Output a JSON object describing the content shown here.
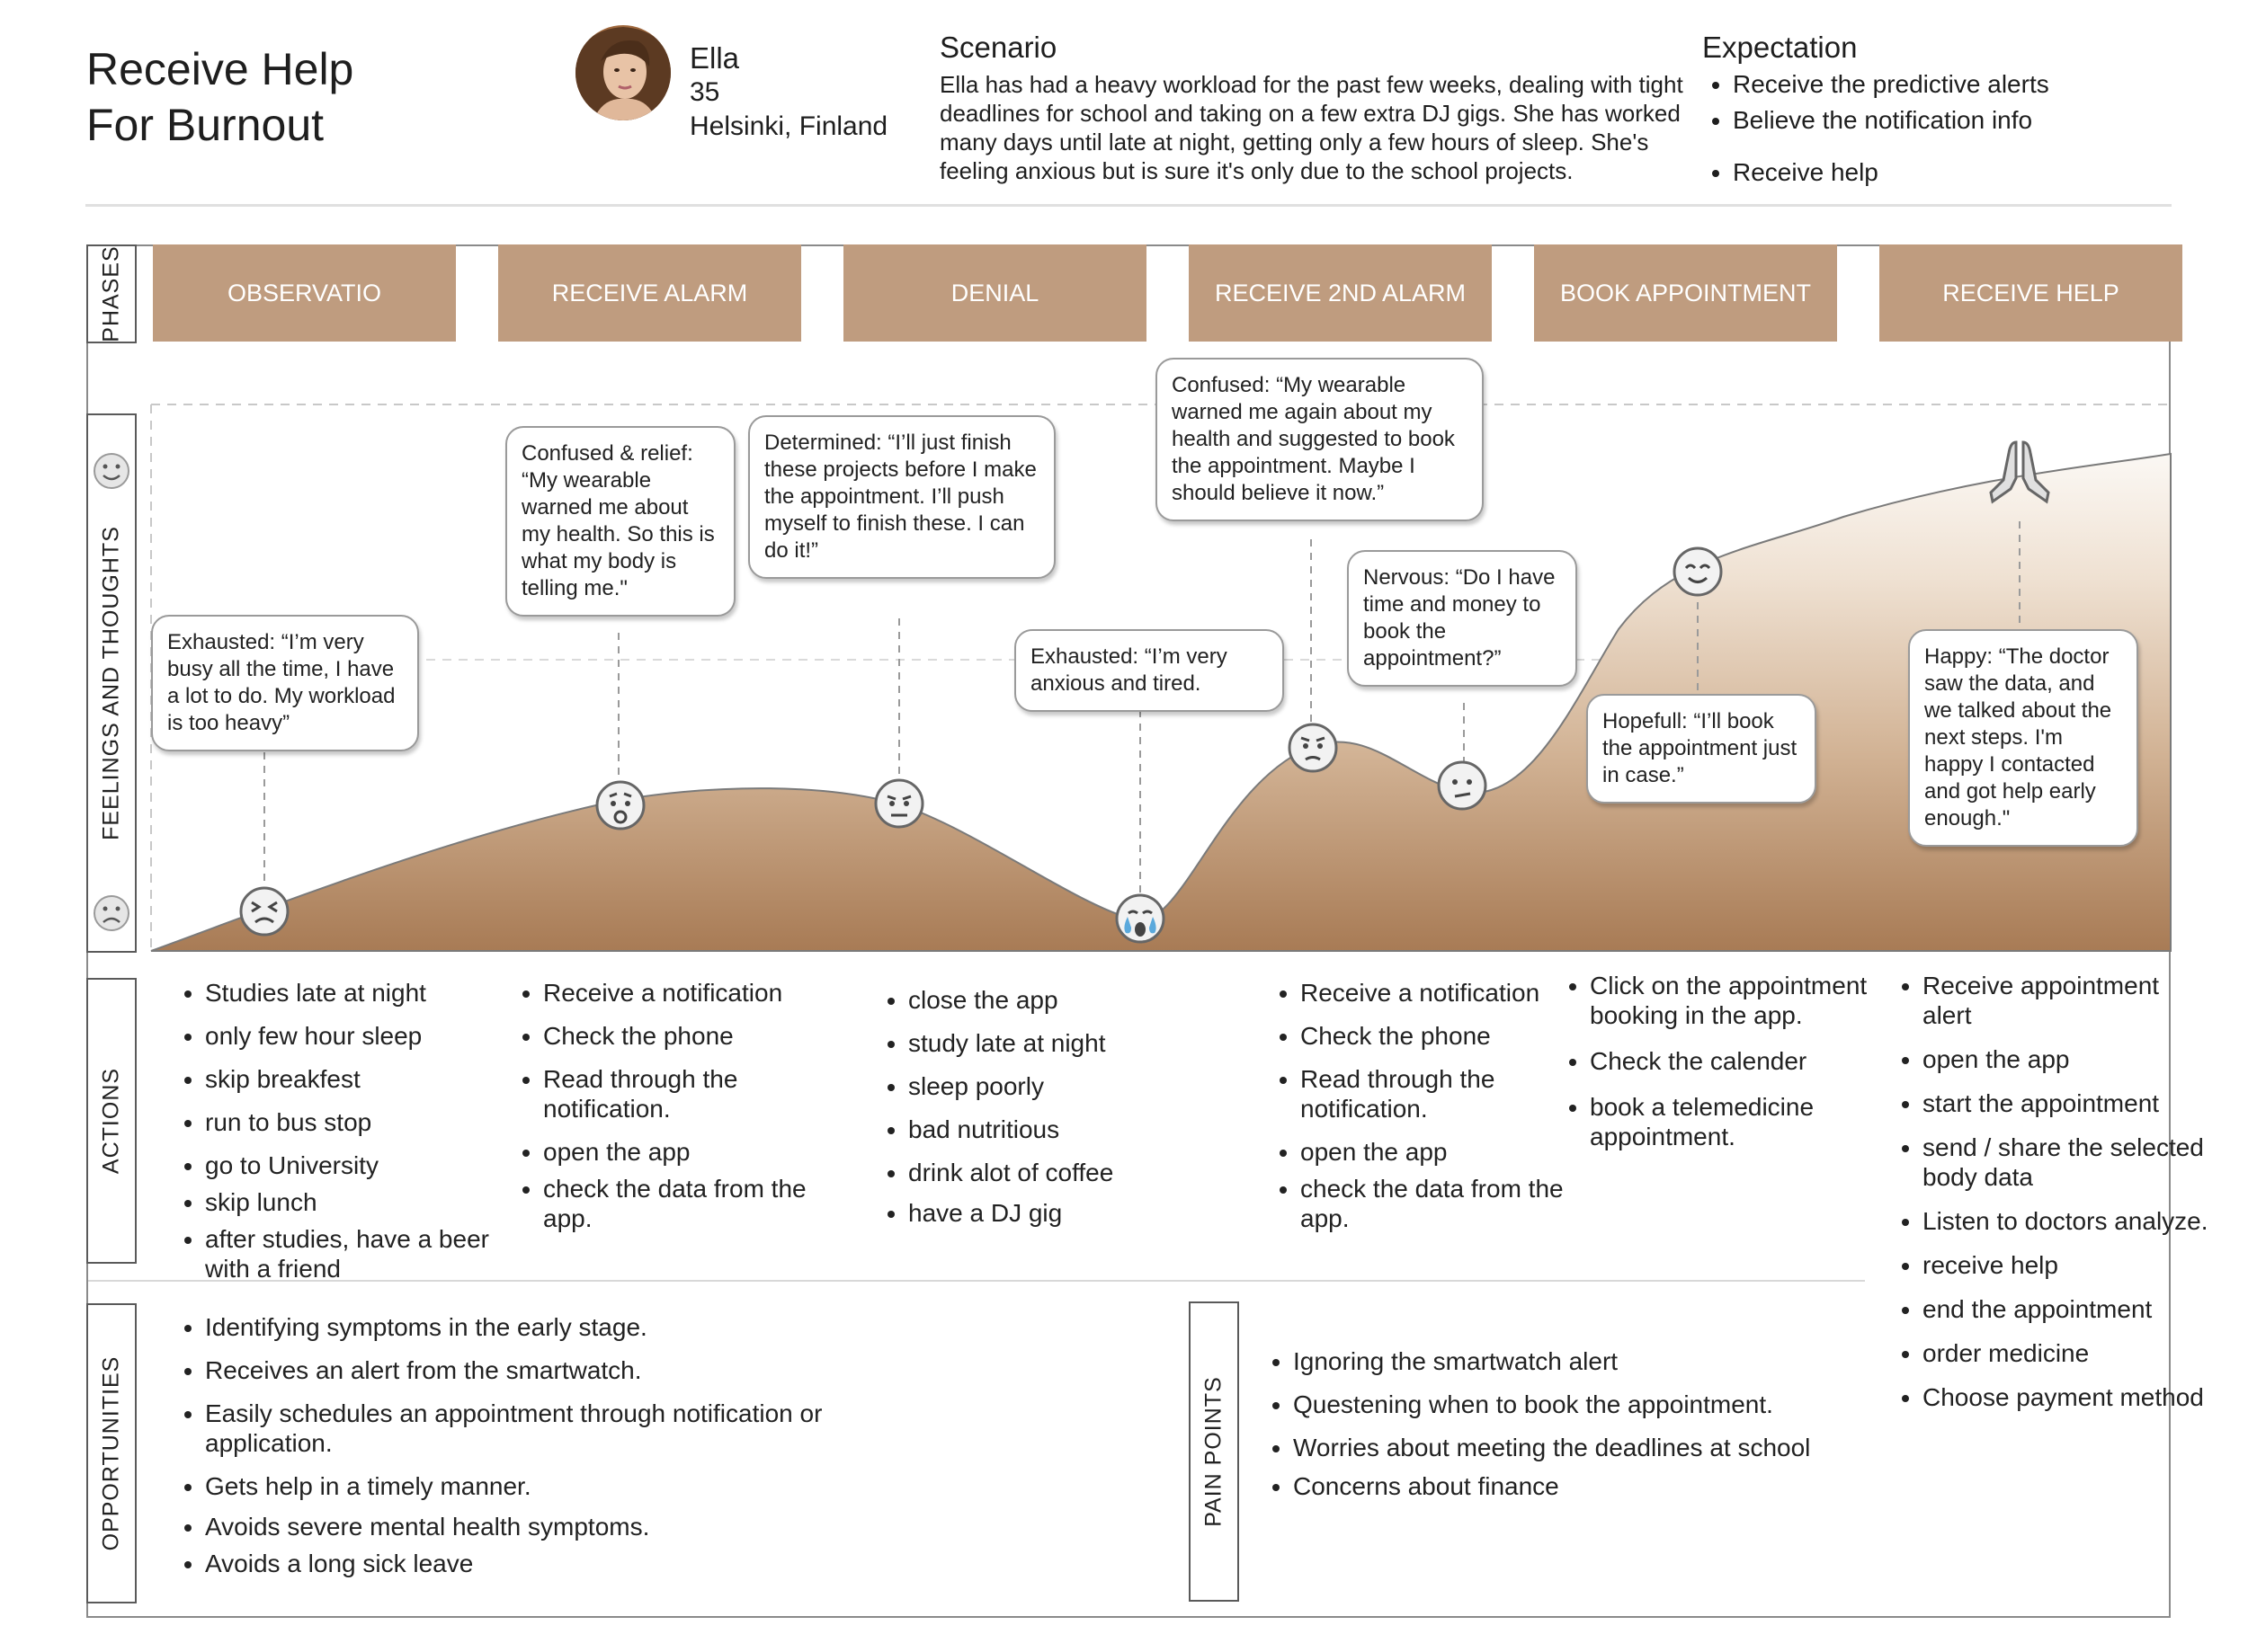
{
  "header": {
    "title_line1": "Receive Help",
    "title_line2": "For Burnout",
    "persona": {
      "name": "Ella",
      "age": "35",
      "location": "Helsinki, Finland"
    },
    "scenario": {
      "heading": "Scenario",
      "text": "Ella has had a heavy workload for the past few weeks, dealing with tight deadlines for school and taking on a few extra DJ gigs. She has worked many days until late at night, getting only a few hours of sleep. She's feeling anxious but is sure it's only due to the school projects."
    },
    "expectation": {
      "heading": "Expectation",
      "items": [
        "Receive the predictive alerts",
        "Believe the notification info",
        "Receive help"
      ]
    }
  },
  "section_labels": {
    "phases": "PHASES",
    "feelings": "FEELINGS AND THOUGHTS",
    "actions": "ACTIONS",
    "opportunities": "OPPORTUNITIES",
    "pain_points": "PAIN POINTS"
  },
  "phases": [
    "OBSERVATIO",
    "RECEIVE ALARM",
    "DENIAL",
    "RECEIVE 2ND ALARM",
    "BOOK APPOINTMENT",
    "RECEIVE HELP"
  ],
  "feelings": [
    "Exhausted: “I’m very busy all the time, I have a lot to do. My workload is too heavy”",
    "Confused & relief: “My wearable warned me about my health. So this is what my body is telling me.\"",
    "Determined: “I’ll just finish these projects before I make the appointment. I’ll push myself to finish these. I can do it!”",
    "Exhausted: “I’m very anxious and tired.",
    "Confused: “My wearable warned me again about my health and suggested to book the appointment. Maybe I should believe it now.”",
    "Nervous: “Do I have time and money to book the appointment?”",
    "Hopefull: “I’ll book the appointment just in case.”",
    "Happy: “The doctor saw the data, and we talked about the next steps. I'm happy I contacted and got help early enough.\""
  ],
  "actions": [
    [
      "Studies late at night",
      "only few hour sleep",
      "skip breakfest",
      "run to bus stop",
      "go to University",
      "skip lunch",
      "after studies, have a beer with a friend"
    ],
    [
      "Receive a notification",
      "Check the phone",
      "Read through the notification.",
      "open the app",
      "check the data from the app."
    ],
    [
      "close the app",
      "study late at night",
      "sleep poorly",
      "bad nutritious",
      "drink alot of coffee",
      "have a DJ gig"
    ],
    [
      "Receive a notification",
      "Check the phone",
      "Read through the notification.",
      "open the app",
      "check the data from the app."
    ],
    [
      "Click on the appointment booking in the app.",
      "Check the calender",
      "book a telemedicine appointment."
    ],
    [
      "Receive appointment alert",
      "open the app",
      "start the appointment",
      "send / share the selected body data",
      "Listen to doctors analyze.",
      "receive help",
      "end the appointment",
      "order medicine",
      "Choose payment method"
    ]
  ],
  "opportunities": [
    "Identifying symptoms in the early stage.",
    "Receives an alert from the smartwatch.",
    "Easily schedules an appointment through notification or application.",
    "Gets help in a timely manner.",
    "Avoids severe mental health symptoms.",
    "Avoids a long sick leave"
  ],
  "pain_points": [
    "Ignoring the smartwatch alert",
    "Questening when to book the appointment.",
    "Worries about meeting the deadlines at school",
    "Concerns about finance"
  ],
  "colors": {
    "phase_fill": "#bf9c7f",
    "curve_dark": "#a87b55",
    "curve_light": "#e6d2be",
    "curve_fade": "#fbf8f4",
    "tear_blue": "#5aa9dc"
  },
  "icons": {
    "avatar": "persona-photo",
    "scale_top": "smile-icon",
    "scale_bottom": "frown-icon",
    "markers": [
      "exhausted-face-icon",
      "sad-face-icon",
      "frowning-face-icon",
      "crying-face-icon",
      "worried-face-icon",
      "confused-face-icon",
      "smiling-face-icon",
      "praying-hands-icon"
    ]
  }
}
